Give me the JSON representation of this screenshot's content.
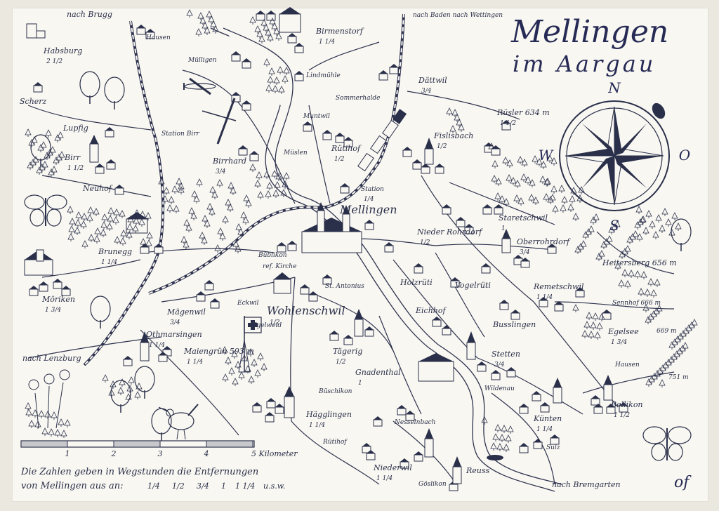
{
  "title": {
    "line1": "Mellingen",
    "line2": "im Aargau"
  },
  "compass": {
    "n": "N",
    "s": "S",
    "w": "W",
    "o": "O"
  },
  "footer": {
    "line1": "Die Zahlen geben in Wegstunden die Entfernungen",
    "line2": "von Mellingen aus an:",
    "fractions": [
      "1/4",
      "1/2",
      "3/4",
      "1",
      "1 1/4",
      "u.s.w."
    ]
  },
  "scale": {
    "ticks": [
      "1",
      "2",
      "3",
      "4"
    ],
    "label": "5 Kilometer"
  },
  "signature": "of",
  "places": [
    {
      "name": "nach Brugg",
      "dist": ""
    },
    {
      "name": "Habsburg",
      "dist": "2 1/2"
    },
    {
      "name": "Scherz",
      "dist": ""
    },
    {
      "name": "Lupfig",
      "dist": ""
    },
    {
      "name": "Birr",
      "dist": "1 1/2"
    },
    {
      "name": "Neuhof",
      "dist": ""
    },
    {
      "name": "Brunegg",
      "dist": "1 1/4"
    },
    {
      "name": "Möriken",
      "dist": "1 3/4"
    },
    {
      "name": "nach Lenzburg",
      "dist": ""
    },
    {
      "name": "Hausen",
      "dist": ""
    },
    {
      "name": "Station Birr",
      "dist": ""
    },
    {
      "name": "Mülligen",
      "dist": ""
    },
    {
      "name": "Birrhard",
      "dist": "3/4"
    },
    {
      "name": "Birmenstorf",
      "dist": "1 1/4"
    },
    {
      "name": "nach Baden nach Wettingen",
      "dist": ""
    },
    {
      "name": "Lindmühle",
      "dist": ""
    },
    {
      "name": "Sommerhalde",
      "dist": ""
    },
    {
      "name": "Dättwil",
      "dist": "3/4"
    },
    {
      "name": "Muntwil",
      "dist": ""
    },
    {
      "name": "Rütihof",
      "dist": "1/2"
    },
    {
      "name": "Müslen",
      "dist": ""
    },
    {
      "name": "Station",
      "dist": "1/4"
    },
    {
      "name": "Rüsler 634 m",
      "dist": "1 1/2"
    },
    {
      "name": "Fislisbach",
      "dist": "1/2"
    },
    {
      "name": "Mellingen",
      "dist": ""
    },
    {
      "name": "Büblikon",
      "dist": ""
    },
    {
      "name": "ref. Kirche",
      "dist": ""
    },
    {
      "name": "St. Antonius",
      "dist": ""
    },
    {
      "name": "Nieder Rohrdorf",
      "dist": "1/2"
    },
    {
      "name": "Staretschwil",
      "dist": "1"
    },
    {
      "name": "Oberrohrdorf",
      "dist": "3/4"
    },
    {
      "name": "Holzrüti",
      "dist": ""
    },
    {
      "name": "Vogelrüti",
      "dist": ""
    },
    {
      "name": "Heitersberg 656 m",
      "dist": ""
    },
    {
      "name": "Remetschwil",
      "dist": "1 1/4"
    },
    {
      "name": "Eckwil",
      "dist": ""
    },
    {
      "name": "Mägenwil",
      "dist": "3/4"
    },
    {
      "name": "Wohlenschwil",
      "dist": "1/2"
    },
    {
      "name": "Eichhof",
      "dist": ""
    },
    {
      "name": "Sennhof 666 m",
      "dist": ""
    },
    {
      "name": "Othmarsingen",
      "dist": "1 1/4"
    },
    {
      "name": "Maiengrün 593 m",
      "dist": "1 1/4"
    },
    {
      "name": "Igelweid",
      "dist": ""
    },
    {
      "name": "Tägerig",
      "dist": "1/2"
    },
    {
      "name": "Busslingen",
      "dist": ""
    },
    {
      "name": "Egelsee",
      "dist": "1 3/4"
    },
    {
      "name": "669 m",
      "dist": ""
    },
    {
      "name": "Stetten",
      "dist": "3/4"
    },
    {
      "name": "Gnadenthal",
      "dist": "1"
    },
    {
      "name": "Hausen",
      "dist": ""
    },
    {
      "name": "Büschikon",
      "dist": ""
    },
    {
      "name": "Wildenau",
      "dist": ""
    },
    {
      "name": "751 m",
      "dist": ""
    },
    {
      "name": "Bellikon",
      "dist": "1 1/2"
    },
    {
      "name": "Hägglingen",
      "dist": "1 1/4"
    },
    {
      "name": "Nesselnbach",
      "dist": ""
    },
    {
      "name": "Künten",
      "dist": "1 1/4"
    },
    {
      "name": "Rütihof",
      "dist": ""
    },
    {
      "name": "Sulz",
      "dist": ""
    },
    {
      "name": "Niederwil",
      "dist": "1 1/4"
    },
    {
      "name": "Reuss",
      "dist": ""
    },
    {
      "name": "Göslikon",
      "dist": ""
    },
    {
      "name": "nach Bremgarten",
      "dist": ""
    }
  ]
}
